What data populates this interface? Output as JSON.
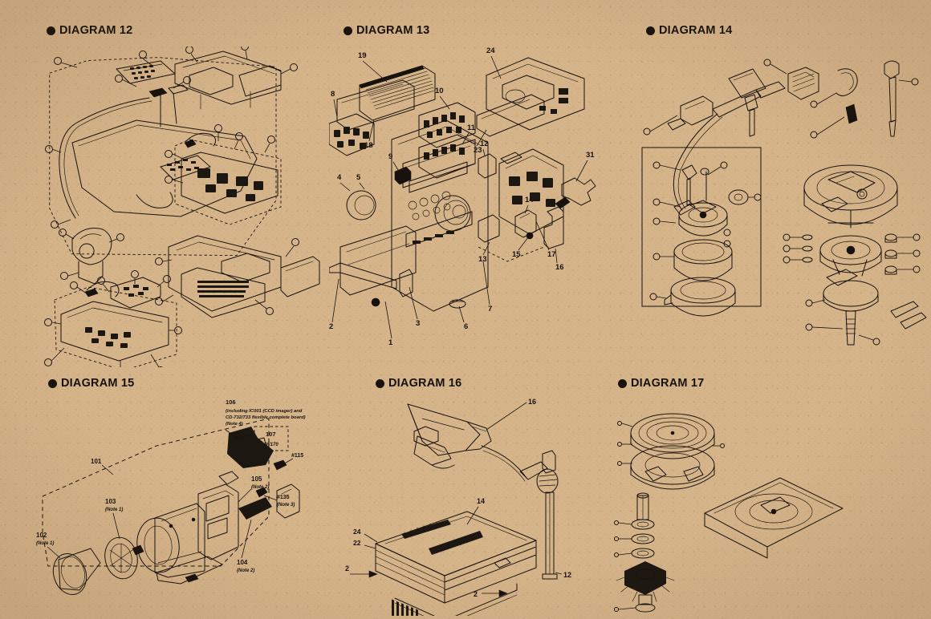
{
  "page": {
    "background_color": "#d5b086",
    "ink_color": "#17120c",
    "sheet": "exploded-view service manual parts diagrams"
  },
  "panels": [
    {
      "id": "diagram-12",
      "title": "DIAGRAM 12",
      "subject": "camera / deck chassis exploded assembly",
      "callouts": []
    },
    {
      "id": "diagram-13",
      "title": "DIAGRAM 13",
      "subject": "stereo cassette receiver front panel exploded assembly",
      "callouts": [
        "1",
        "2",
        "3",
        "4",
        "5",
        "6",
        "7",
        "8",
        "9",
        "10",
        "11",
        "12",
        "13",
        "14",
        "15",
        "16",
        "17",
        "18",
        "19",
        "23",
        "24",
        "31"
      ]
    },
    {
      "id": "diagram-14",
      "title": "DIAGRAM 14",
      "subject": "tonearm and motor rotor assembly",
      "callouts": []
    },
    {
      "id": "diagram-15",
      "title": "DIAGRAM 15",
      "subject": "camera lens block and CCD imager assembly",
      "callouts": [
        "101",
        "102",
        "103",
        "104",
        "105",
        "106",
        "107",
        "#115",
        "#135"
      ],
      "labels": [
        {
          "ref": "101",
          "note": ""
        },
        {
          "ref": "102",
          "note": "(Note 1)"
        },
        {
          "ref": "103",
          "note": "(Note 1)"
        },
        {
          "ref": "104",
          "note": "(Note 2)"
        },
        {
          "ref": "105",
          "note": "(Note 2)"
        },
        {
          "ref": "#135",
          "note": "(Note 3)"
        },
        {
          "ref": "#115",
          "note": ""
        }
      ],
      "block_note": {
        "ref": "106",
        "line1": "(including IC001 (CCD imager) and",
        "line2": "CD-732/733 flexible complete board)",
        "line3": "(Note 4)"
      },
      "boxed_label": {
        "ref": "107",
        "code": "W170"
      }
    },
    {
      "id": "diagram-16",
      "title": "DIAGRAM 16",
      "subject": "overhead projector with folding arm and head",
      "callouts": [
        "2",
        "2",
        "12",
        "14",
        "16",
        "22",
        "24"
      ]
    },
    {
      "id": "diagram-17",
      "title": "DIAGRAM 17",
      "subject": "turntable platter and chassis exploded assembly",
      "callouts": []
    }
  ]
}
